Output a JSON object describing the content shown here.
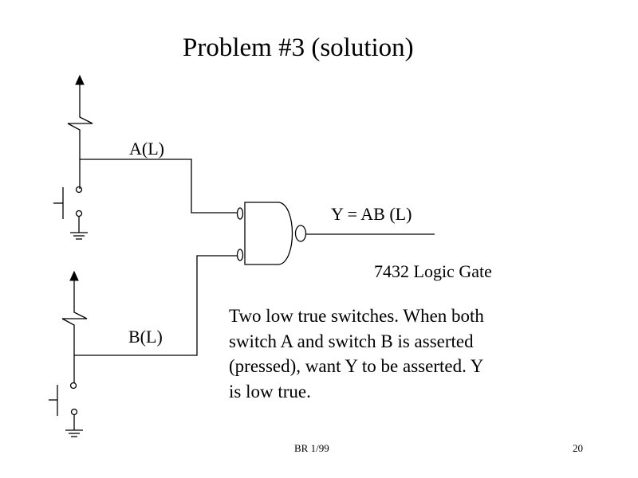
{
  "slide": {
    "title": "Problem  #3 (solution)",
    "footer_left": "BR 1/99",
    "page_number": "20"
  },
  "circuit": {
    "switch_a": {
      "label": "A(L)",
      "type": "pushbutton",
      "pull_up": true,
      "ground": true
    },
    "switch_b": {
      "label": "B(L)",
      "type": "pushbutton",
      "pull_up": true,
      "ground": true
    },
    "gate": {
      "type": "AND gate with inverted inputs and inverted output",
      "part_label": "7432 Logic Gate",
      "output_label": "Y = AB  (L)"
    }
  },
  "description": {
    "lines": [
      "Two low true switches.  When both",
      "switch A and switch B is asserted",
      "(pressed), want Y to be asserted.  Y",
      "is low true."
    ]
  },
  "colors": {
    "background": "#ffffff",
    "ink": "#000000"
  }
}
